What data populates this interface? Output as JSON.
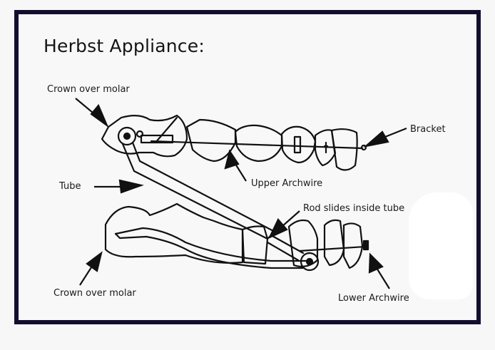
{
  "title": "Herbst Appliance:",
  "labels": {
    "crown_upper": "Crown over molar",
    "tube": "Tube",
    "upper_archwire": "Upper Archwire",
    "bracket": "Bracket",
    "rod": "Rod slides inside tube",
    "crown_lower": "Crown over molar",
    "lower_archwire": "Lower Archwire"
  },
  "colors": {
    "frame": "#120f2e",
    "line": "#111111",
    "background": "#f8f8f9"
  }
}
